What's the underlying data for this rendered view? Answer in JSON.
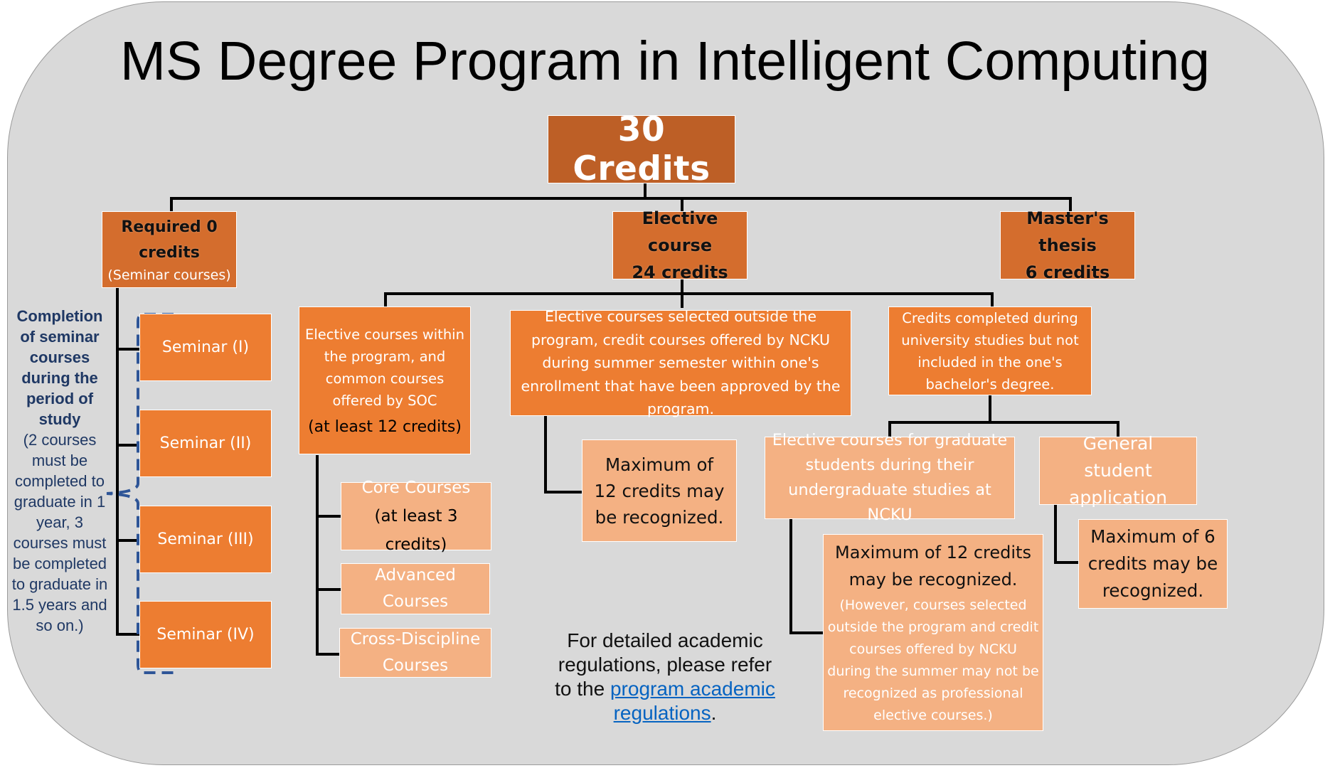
{
  "title": "MS Degree Program in Intelligent Computing",
  "root": {
    "label": "30 Credits"
  },
  "required": {
    "line1": "Required 0",
    "line2": "credits",
    "line3": "(Seminar courses)"
  },
  "elective": {
    "line1": "Elective course",
    "line2": "24 credits"
  },
  "thesis": {
    "line1": "Master's thesis",
    "line2": "6 credits"
  },
  "seminars": [
    "Seminar (I)",
    "Seminar (II)",
    "Seminar (III)",
    "Seminar (IV)"
  ],
  "seminar_note": {
    "bold": "Completion of seminar courses during the period of study",
    "detail": "(2 courses must be completed to graduate in 1 year, 3 courses must be completed to graduate in 1.5 years and so on.)"
  },
  "elective_within": {
    "text": "Elective courses within the program, and common courses offered by SOC",
    "requirement": "(at least 12 credits)"
  },
  "within_types": {
    "core_line1": "Core Courses",
    "core_line2": "(at least 3 credits)",
    "advanced_line1": "Advanced",
    "advanced_line2": "Courses",
    "cross_line1": "Cross-Discipline",
    "cross_line2": "Courses"
  },
  "elective_outside": {
    "text": "Elective courses selected outside the program, credit courses offered by NCKU during summer semester within one's enrollment that have been approved by the program."
  },
  "outside_max": {
    "text": "Maximum of 12 credits may be recognized."
  },
  "university_credits": {
    "text": "Credits completed during university studies but not included in the one's bachelor's degree."
  },
  "grad_elective": {
    "text": "Elective courses for graduate students during their undergraduate studies at NCKU"
  },
  "general_app": {
    "text": "General student application"
  },
  "grad_max": {
    "main": "Maximum of 12 credits may be recognized.",
    "sub": "(However, courses selected outside the program and credit courses offered by NCKU during the summer may not be recognized as professional elective courses.)"
  },
  "general_max": {
    "text": "Maximum of 6 credits may be recognized."
  },
  "footnote": {
    "before": "For detailed academic regulations, please refer to the ",
    "link": "program academic regulations",
    "after": "."
  },
  "colors": {
    "root_box": "#bd5f26",
    "level2_box": "#d46d2d",
    "level3_box": "#ed7d31",
    "leaf_box": "#f4b183",
    "note_text": "#1f3864",
    "link": "#0563c1",
    "background": "#d9d9d9"
  }
}
